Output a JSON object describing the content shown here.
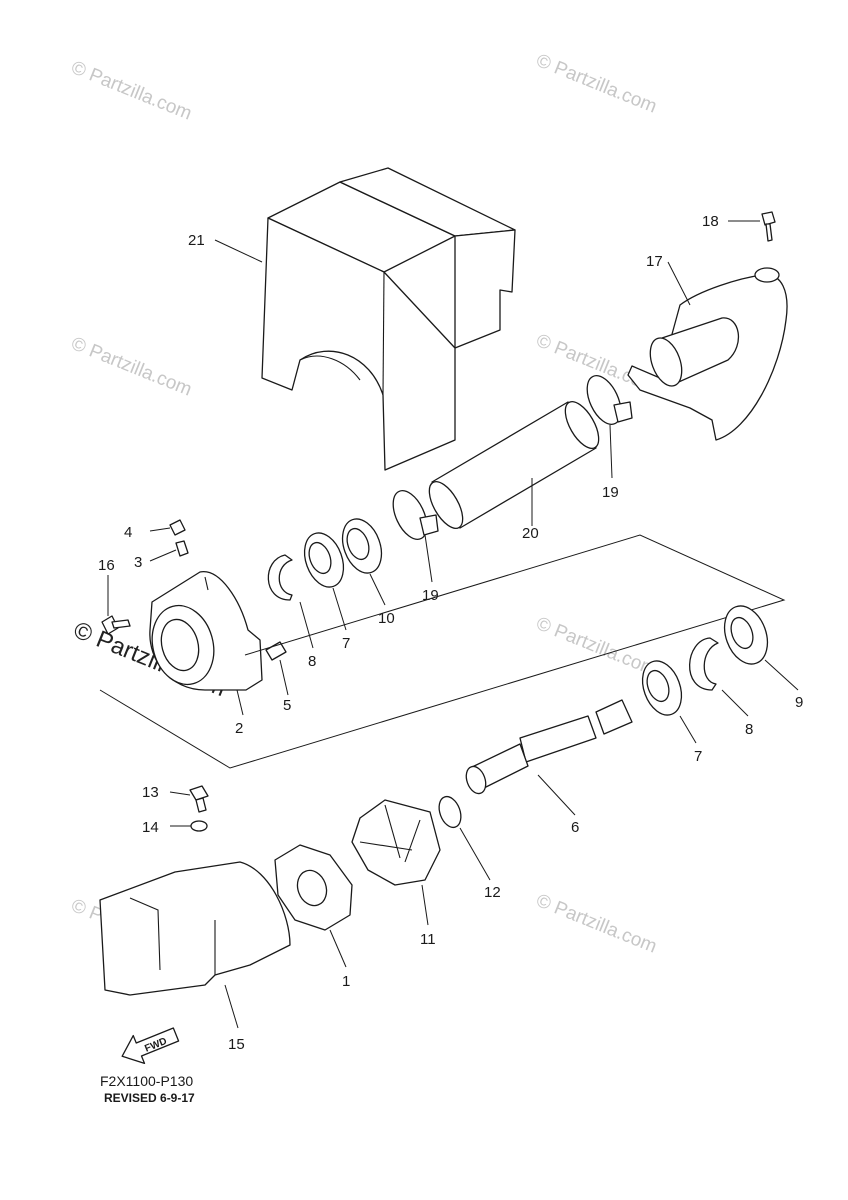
{
  "diagram": {
    "drawing_code": "F2X1100-P130",
    "revision": "REVISED 6-9-17",
    "direction_label": "FWD",
    "watermark": "© Partzilla.com",
    "callouts": {
      "p1": "1",
      "p2": "2",
      "p3": "3",
      "p4": "4",
      "p5": "5",
      "p6": "6",
      "p7a": "7",
      "p7b": "7",
      "p8a": "8",
      "p8b": "8",
      "p9": "9",
      "p10": "10",
      "p11": "11",
      "p12": "12",
      "p13": "13",
      "p14": "14",
      "p15": "15",
      "p16": "16",
      "p17": "17",
      "p18": "18",
      "p19a": "19",
      "p19b": "19",
      "p20": "20",
      "p21": "21"
    }
  }
}
